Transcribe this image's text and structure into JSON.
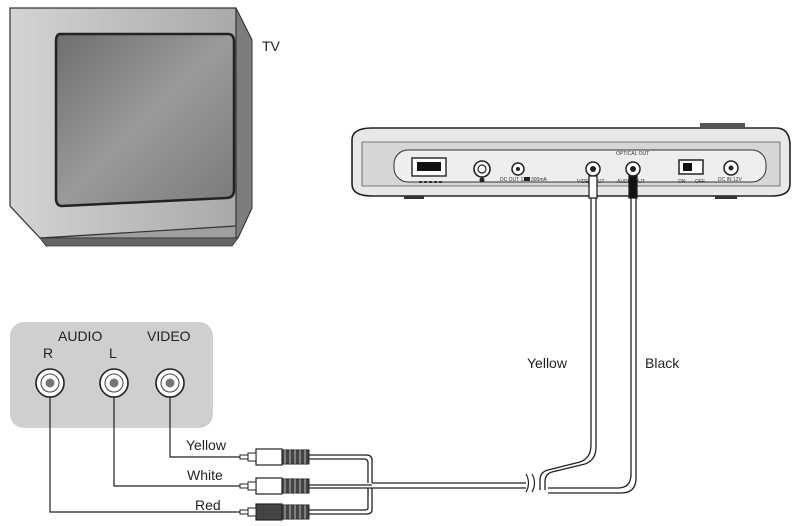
{
  "tv": {
    "label": "TV"
  },
  "player_panel": {
    "dc_out_label": "DC OUT 12V",
    "dc_out_rating": "300mA",
    "video_out_label": "VIDEO OUT",
    "audio_out_label": "AUDIO OUT",
    "optical_out_label": "OPTICAL OUT",
    "on_label": "ON",
    "off_label": "OFF",
    "dc_in_label": "DC IN 12V"
  },
  "tv_panel": {
    "audio_label": "AUDIO",
    "video_label": "VIDEO",
    "r_label": "R",
    "l_label": "L"
  },
  "cables": {
    "yellow_label": "Yellow",
    "black_label": "Black",
    "plug_yellow_label": "Yellow",
    "plug_white_label": "White",
    "plug_red_label": "Red"
  },
  "colors": {
    "line": "#222222",
    "panel": "#cfcfcf",
    "tv_body": "#bdbdbd",
    "screen": "#8a8a8a"
  }
}
